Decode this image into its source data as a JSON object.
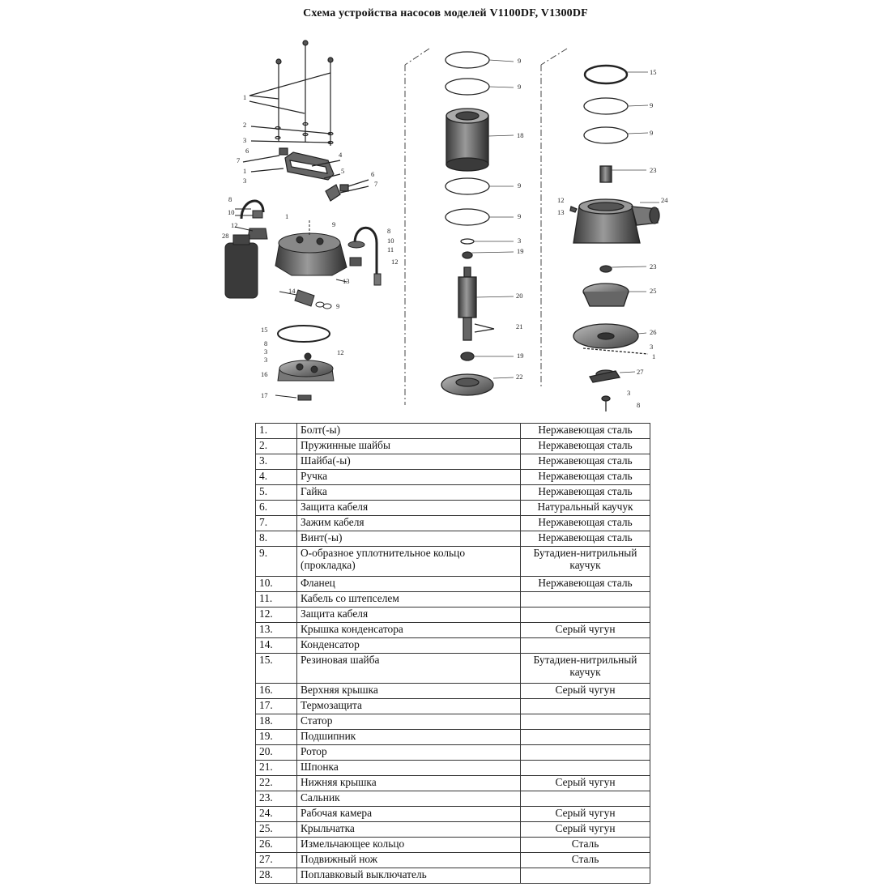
{
  "title": "Схема устройства насосов моделей V1100DF, V1300DF",
  "callouts": {
    "left": [
      "1",
      "2",
      "3",
      "6",
      "7",
      "1",
      "3",
      "4",
      "5",
      "6",
      "7",
      "8",
      "10",
      "12",
      "28",
      "1",
      "9",
      "8",
      "10",
      "11",
      "12",
      "13",
      "14",
      "9",
      "15",
      "8",
      "3",
      "3",
      "12",
      "16",
      "17"
    ],
    "middle": [
      "9",
      "9",
      "18",
      "9",
      "9",
      "3",
      "19",
      "20",
      "21",
      "19",
      "22"
    ],
    "right": [
      "15",
      "9",
      "9",
      "23",
      "12",
      "13",
      "24",
      "23",
      "25",
      "26",
      "3",
      "1",
      "27",
      "3",
      "8"
    ]
  },
  "parts": [
    {
      "num": "1.",
      "name": "Болт(-ы)",
      "material": "Нержавеющая сталь"
    },
    {
      "num": "2.",
      "name": "Пружинные шайбы",
      "material": "Нержавеющая сталь"
    },
    {
      "num": "3.",
      "name": "Шайба(-ы)",
      "material": "Нержавеющая сталь"
    },
    {
      "num": "4.",
      "name": "Ручка",
      "material": "Нержавеющая сталь"
    },
    {
      "num": "5.",
      "name": "Гайка",
      "material": "Нержавеющая сталь"
    },
    {
      "num": "6.",
      "name": "Защита кабеля",
      "material": "Натуральный каучук"
    },
    {
      "num": "7.",
      "name": "Зажим кабеля",
      "material": "Нержавеющая сталь"
    },
    {
      "num": "8.",
      "name": "Винт(-ы)",
      "material": "Нержавеющая сталь"
    },
    {
      "num": "9.",
      "name": "О-образное уплотнительное кольцо (прокладка)",
      "material": "Бутадиен-нитрильный каучук"
    },
    {
      "num": "10.",
      "name": "Фланец",
      "material": "Нержавеющая сталь"
    },
    {
      "num": "11.",
      "name": "Кабель со штепселем",
      "material": ""
    },
    {
      "num": "12.",
      "name": "Защита кабеля",
      "material": ""
    },
    {
      "num": "13.",
      "name": "Крышка конденсатора",
      "material": "Серый чугун"
    },
    {
      "num": "14.",
      "name": "Конденсатор",
      "material": ""
    },
    {
      "num": "15.",
      "name": "Резиновая шайба",
      "material": "Бутадиен-нитрильный каучук"
    },
    {
      "num": "16.",
      "name": "Верхняя крышка",
      "material": "Серый чугун"
    },
    {
      "num": "17.",
      "name": "Термозащита",
      "material": ""
    },
    {
      "num": "18.",
      "name": "Статор",
      "material": ""
    },
    {
      "num": "19.",
      "name": "Подшипник",
      "material": ""
    },
    {
      "num": "20.",
      "name": "Ротор",
      "material": ""
    },
    {
      "num": "21.",
      "name": "Шпонка",
      "material": ""
    },
    {
      "num": "22.",
      "name": "Нижняя крышка",
      "material": "Серый чугун"
    },
    {
      "num": "23.",
      "name": "Сальник",
      "material": ""
    },
    {
      "num": "24.",
      "name": "Рабочая камера",
      "material": "Серый чугун"
    },
    {
      "num": "25.",
      "name": "Крыльчатка",
      "material": "Серый чугун"
    },
    {
      "num": "26.",
      "name": "Измельчающее кольцо",
      "material": "Сталь"
    },
    {
      "num": "27.",
      "name": "Подвижный нож",
      "material": "Сталь"
    },
    {
      "num": "28.",
      "name": "Поплавковый выключатель",
      "material": ""
    }
  ]
}
